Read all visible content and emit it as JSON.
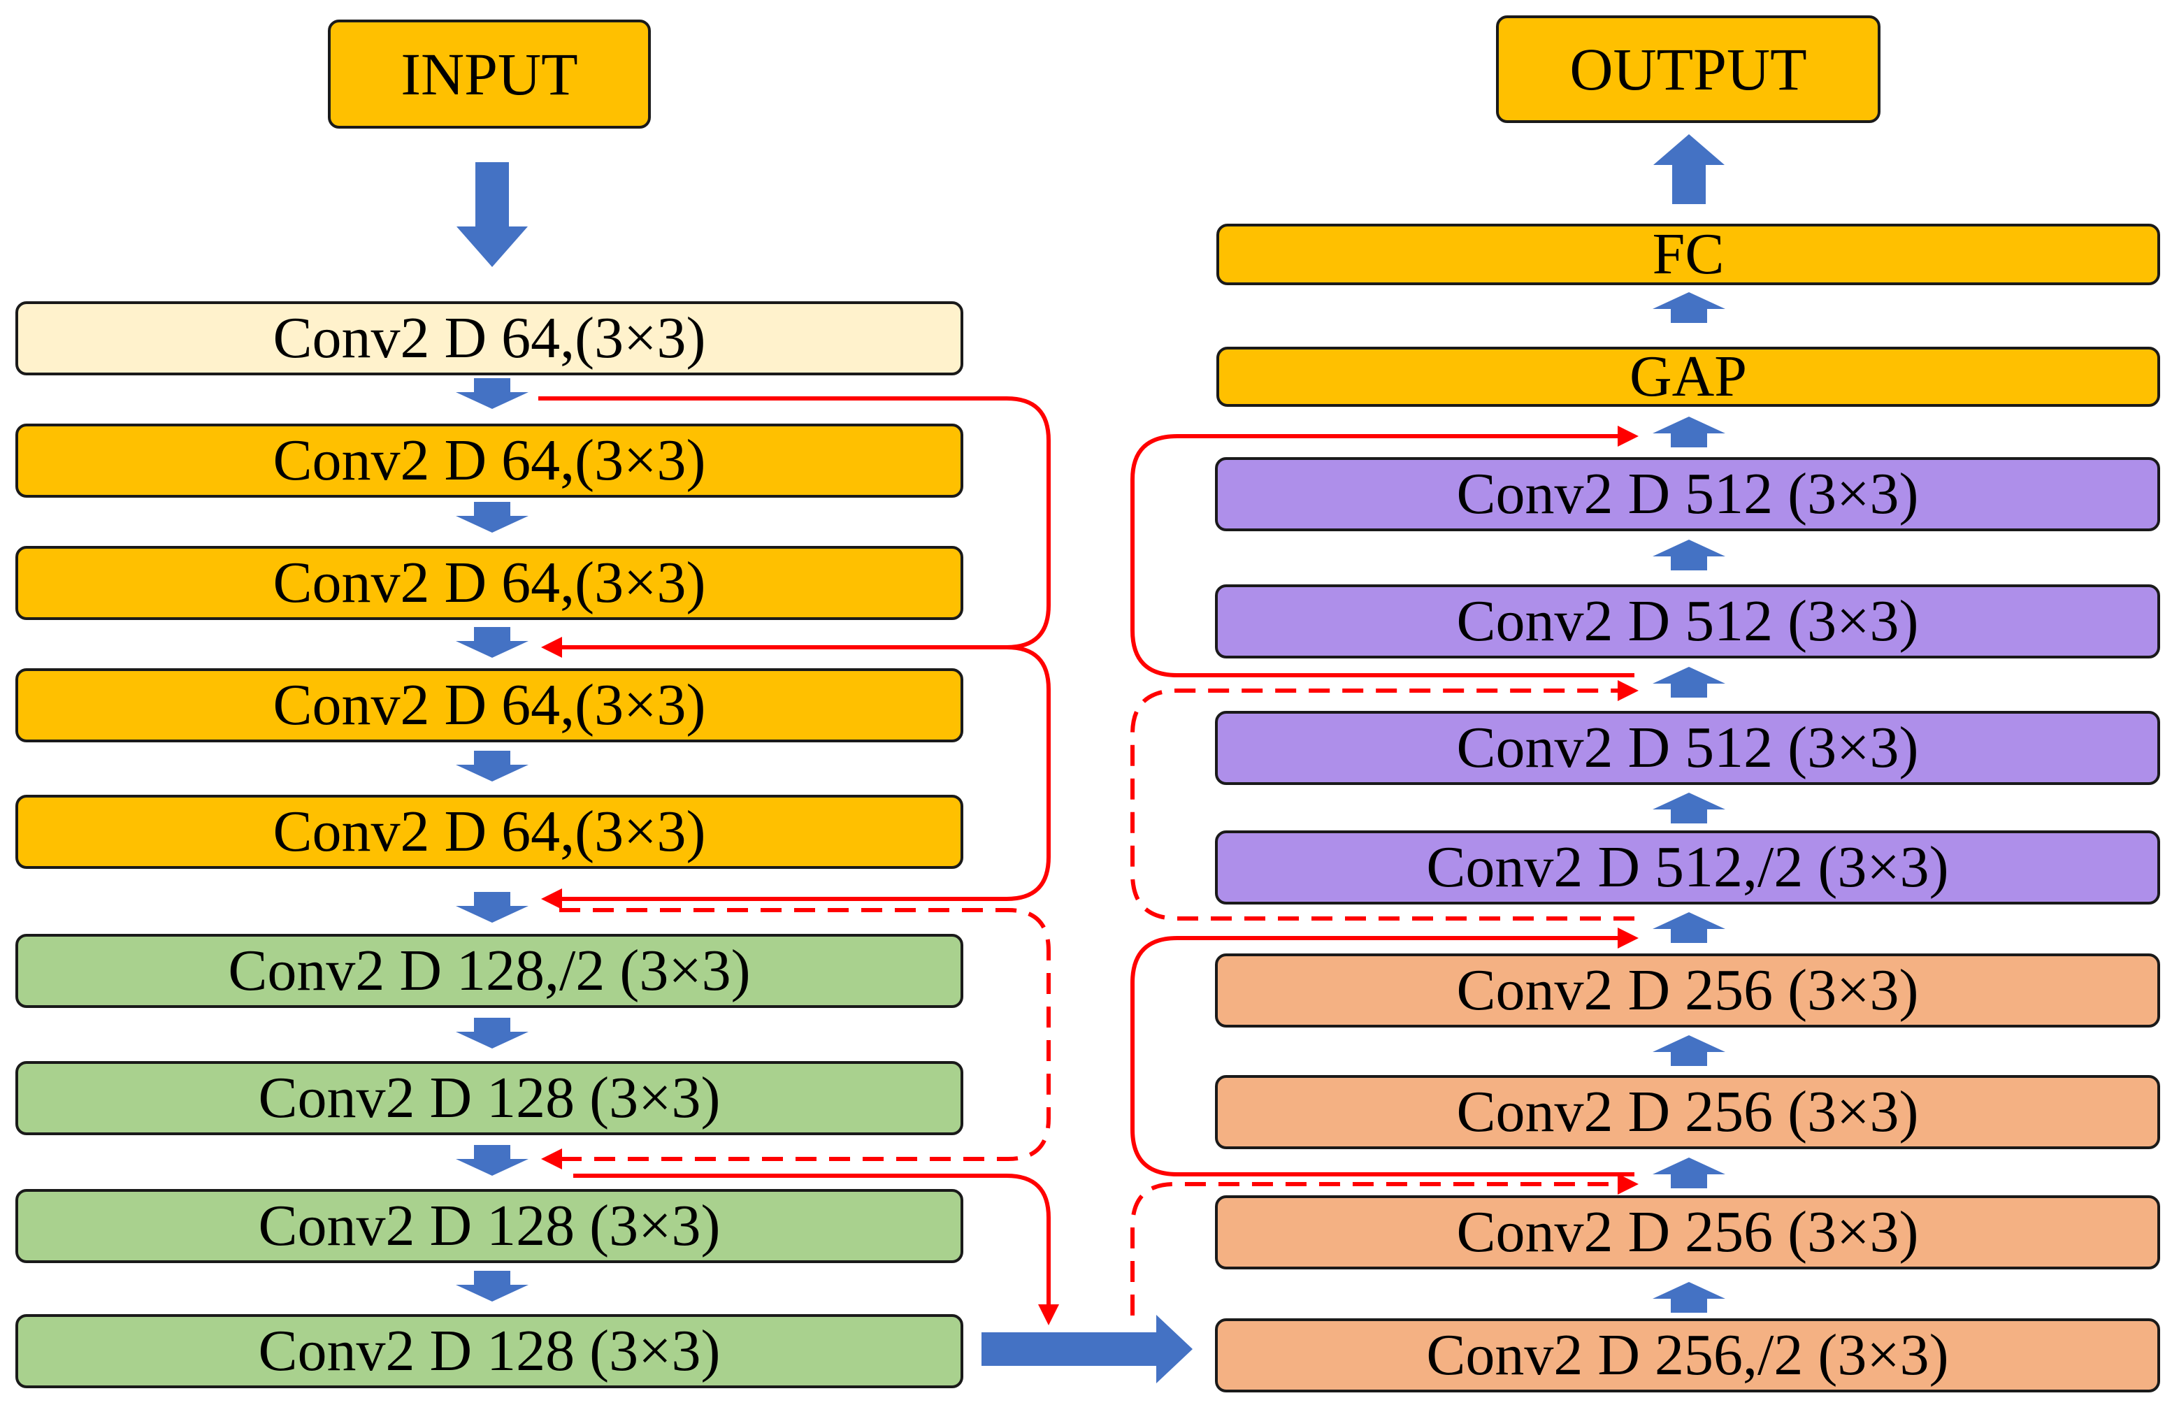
{
  "colors": {
    "io": "#FFC000",
    "pre": "#FFF2CC",
    "stage64": "#FFC000",
    "stage128": "#A9D18E",
    "stage256": "#F4B183",
    "stage512": "#AE8FEA",
    "head": "#FFC000",
    "flow_arrow": "#4472C4",
    "skip": "#FF0000"
  },
  "io": {
    "input": "INPUT",
    "output": "OUTPUT"
  },
  "left_column": [
    {
      "label": "Conv2 D 64,(3×3)",
      "stage": "pre"
    },
    {
      "label": "Conv2 D 64,(3×3)",
      "stage": "stage64"
    },
    {
      "label": "Conv2 D 64,(3×3)",
      "stage": "stage64"
    },
    {
      "label": "Conv2 D 64,(3×3)",
      "stage": "stage64"
    },
    {
      "label": "Conv2 D 64,(3×3)",
      "stage": "stage64"
    },
    {
      "label": "Conv2 D 128,/2 (3×3)",
      "stage": "stage128"
    },
    {
      "label": "Conv2 D 128 (3×3)",
      "stage": "stage128"
    },
    {
      "label": "Conv2 D 128 (3×3)",
      "stage": "stage128"
    },
    {
      "label": "Conv2 D 128 (3×3)",
      "stage": "stage128"
    }
  ],
  "right_column": [
    {
      "label": "Conv2 D 256,/2 (3×3)",
      "stage": "stage256"
    },
    {
      "label": "Conv2 D 256 (3×3)",
      "stage": "stage256"
    },
    {
      "label": "Conv2 D 256 (3×3)",
      "stage": "stage256"
    },
    {
      "label": "Conv2 D 256 (3×3)",
      "stage": "stage256"
    },
    {
      "label": "Conv2 D 512,/2 (3×3)",
      "stage": "stage512"
    },
    {
      "label": "Conv2 D 512 (3×3)",
      "stage": "stage512"
    },
    {
      "label": "Conv2 D 512 (3×3)",
      "stage": "stage512"
    },
    {
      "label": "Conv2 D 512 (3×3)",
      "stage": "stage512"
    }
  ],
  "head": {
    "gap": "GAP",
    "fc": "FC"
  }
}
